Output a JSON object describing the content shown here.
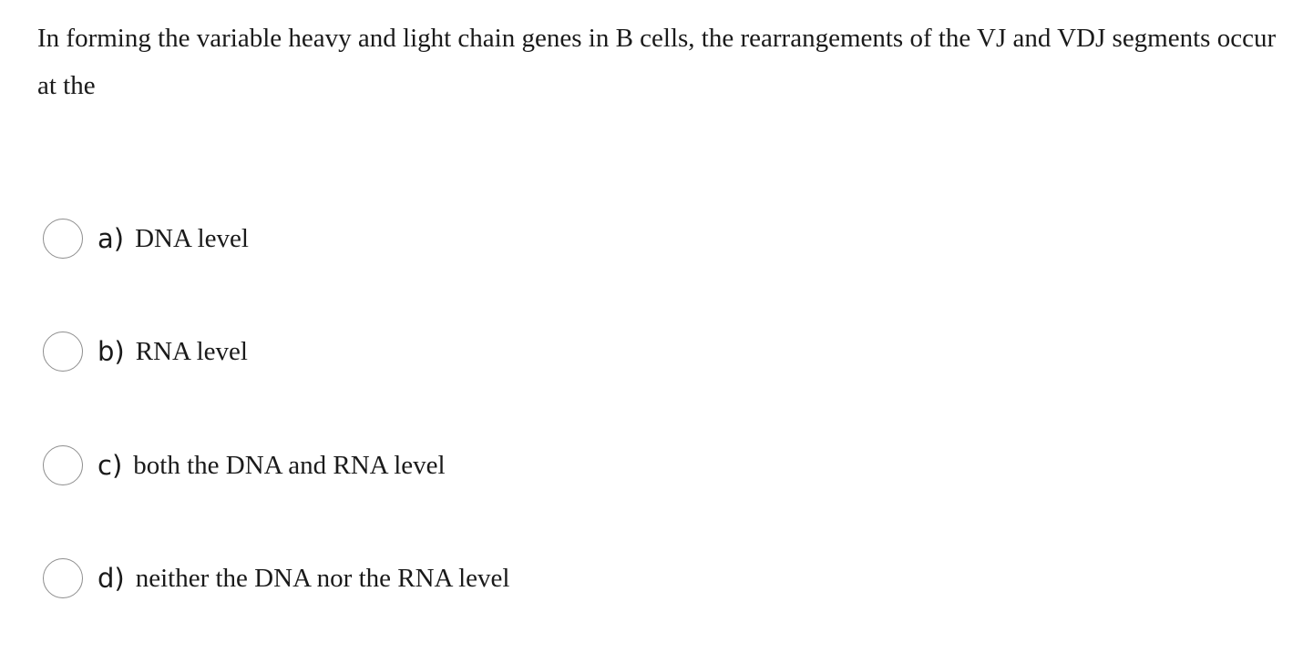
{
  "question": {
    "text": "In forming the variable heavy and light chain genes in B cells, the rearrangements of the VJ and VDJ segments occur at the"
  },
  "options": [
    {
      "letter": "a)",
      "text": "DNA level",
      "selected": false
    },
    {
      "letter": "b)",
      "text": "RNA level",
      "selected": false
    },
    {
      "letter": "c)",
      "text": "both the DNA and RNA level",
      "selected": false
    },
    {
      "letter": "d)",
      "text": "neither the DNA nor the RNA level",
      "selected": false
    }
  ]
}
